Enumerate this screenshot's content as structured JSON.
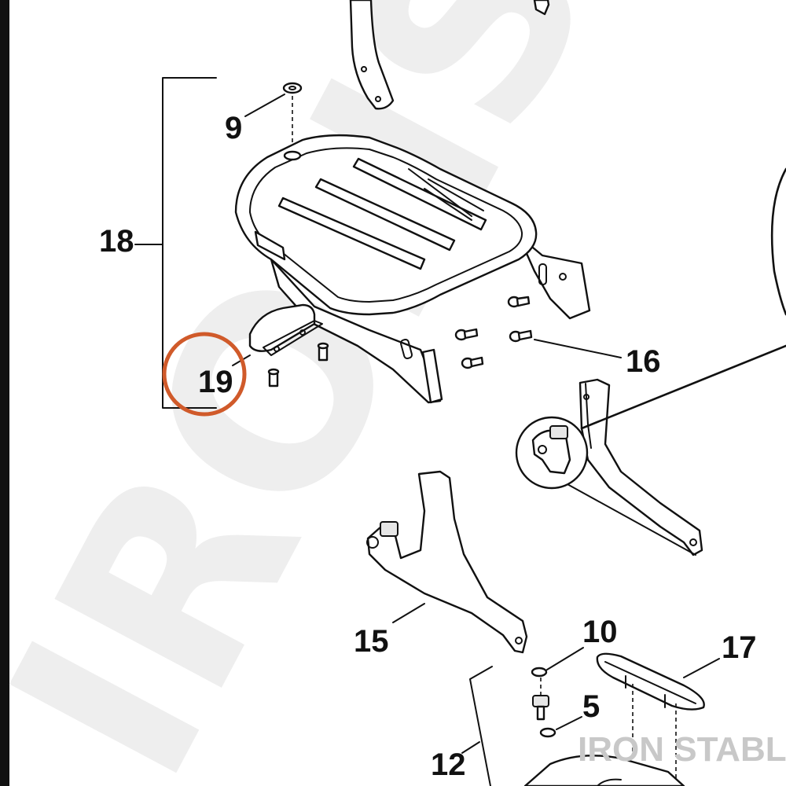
{
  "watermark": {
    "text": "IRONST",
    "brand": "IRON STABLE"
  },
  "colors": {
    "ink": "#111111",
    "highlight": "#d05a2a",
    "watermark": "#eeeeee",
    "brand": "#c8c8c8"
  },
  "callouts": {
    "n9": "9",
    "n18": "18",
    "n19": "19",
    "n16": "16",
    "n15": "15",
    "n10": "10",
    "n5": "5",
    "n17": "17",
    "n12": "12"
  }
}
